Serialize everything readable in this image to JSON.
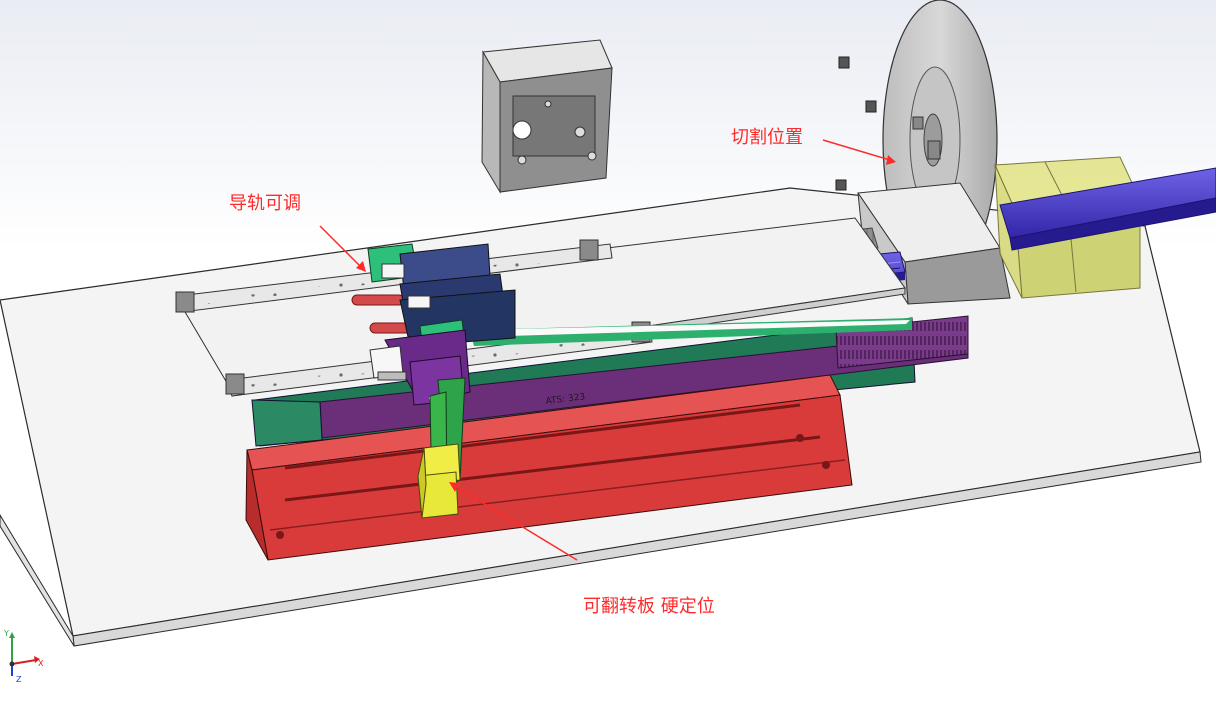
{
  "annotations": {
    "rail_adjustable": "导轨可调",
    "cutting_position": "切割位置",
    "flip_plate_hard_stop": "可翻转板 硬定位"
  },
  "scale_text": "ATS: 323",
  "axis_triad": {
    "x": "X",
    "y": "Y",
    "z": "Z"
  },
  "colors": {
    "annotation": "#ff2a2a",
    "red_base": "#e23a3a",
    "purple": "#6b2f7a",
    "blue_slot": "#4b3fc7",
    "yellow_green": "#c8d050",
    "green": "#39b54a",
    "yellow": "#e8e83a",
    "plate": "#f3f3f3",
    "disc": "#cfcfcf"
  }
}
